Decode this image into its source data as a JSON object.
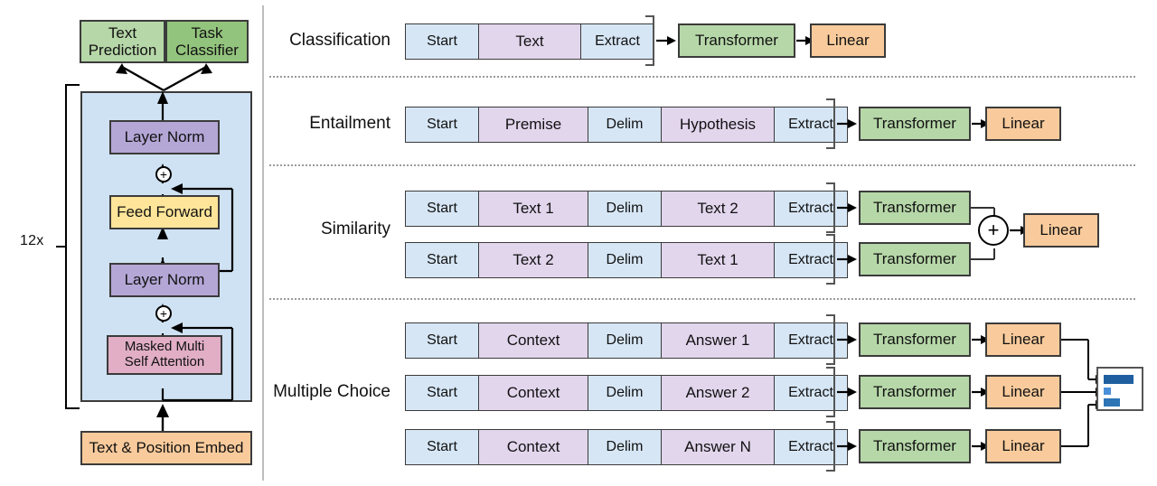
{
  "figure": {
    "left_panel": {
      "heads": [
        {
          "label": "Text\nPrediction",
          "color": "#b6d7a8"
        },
        {
          "label": "Task\nClassifier",
          "color": "#93c47d"
        }
      ],
      "repeat_label": "12x",
      "stack": [
        {
          "name": "layer-norm-top",
          "label": "Layer Norm",
          "color": "#b4a7d6"
        },
        {
          "name": "feed-forward",
          "label": "Feed Forward",
          "color": "#ffe599"
        },
        {
          "name": "layer-norm-bottom",
          "label": "Layer Norm",
          "color": "#b4a7d6"
        },
        {
          "name": "masked-attention",
          "label": "Masked Multi\nSelf Attention",
          "color": "#e1aec6"
        }
      ],
      "embedding": {
        "label": "Text & Position Embed",
        "color": "#f9cb9c"
      },
      "residual_symbol": "+"
    },
    "tasks": [
      {
        "name": "classification",
        "label": "Classification",
        "sequences": [
          {
            "tokens": [
              {
                "label": "Start",
                "kind": "blue",
                "w": 80
              },
              {
                "label": "Text",
                "kind": "purple",
                "w": 112
              },
              {
                "label": "Extract",
                "kind": "blue",
                "w": 80
              }
            ]
          }
        ],
        "stages": [
          "Transformer",
          "Linear"
        ],
        "combine": null
      },
      {
        "name": "entailment",
        "label": "Entailment",
        "sequences": [
          {
            "tokens": [
              {
                "label": "Start",
                "kind": "blue",
                "w": 80
              },
              {
                "label": "Premise",
                "kind": "purple",
                "w": 120
              },
              {
                "label": "Delim",
                "kind": "blue",
                "w": 80
              },
              {
                "label": "Hypothesis",
                "kind": "purple",
                "w": 124
              },
              {
                "label": "Extract",
                "kind": "blue",
                "w": 80
              }
            ]
          }
        ],
        "stages": [
          "Transformer",
          "Linear"
        ],
        "combine": null
      },
      {
        "name": "similarity",
        "label": "Similarity",
        "sequences": [
          {
            "tokens": [
              {
                "label": "Start",
                "kind": "blue",
                "w": 80
              },
              {
                "label": "Text 1",
                "kind": "purple",
                "w": 120
              },
              {
                "label": "Delim",
                "kind": "blue",
                "w": 80
              },
              {
                "label": "Text 2",
                "kind": "purple",
                "w": 124
              },
              {
                "label": "Extract",
                "kind": "blue",
                "w": 80
              }
            ]
          },
          {
            "tokens": [
              {
                "label": "Start",
                "kind": "blue",
                "w": 80
              },
              {
                "label": "Text 2",
                "kind": "purple",
                "w": 120
              },
              {
                "label": "Delim",
                "kind": "blue",
                "w": 80
              },
              {
                "label": "Text 1",
                "kind": "purple",
                "w": 124
              },
              {
                "label": "Extract",
                "kind": "blue",
                "w": 80
              }
            ]
          }
        ],
        "stages": [
          "Transformer",
          "Linear"
        ],
        "combine": "+"
      },
      {
        "name": "multiple-choice",
        "label": "Multiple Choice",
        "sequences": [
          {
            "tokens": [
              {
                "label": "Start",
                "kind": "blue",
                "w": 80
              },
              {
                "label": "Context",
                "kind": "purple",
                "w": 120
              },
              {
                "label": "Delim",
                "kind": "blue",
                "w": 80
              },
              {
                "label": "Answer 1",
                "kind": "purple",
                "w": 124
              },
              {
                "label": "Extract",
                "kind": "blue",
                "w": 80
              }
            ]
          },
          {
            "tokens": [
              {
                "label": "Start",
                "kind": "blue",
                "w": 80
              },
              {
                "label": "Context",
                "kind": "purple",
                "w": 120
              },
              {
                "label": "Delim",
                "kind": "blue",
                "w": 80
              },
              {
                "label": "Answer 2",
                "kind": "purple",
                "w": 124
              },
              {
                "label": "Extract",
                "kind": "blue",
                "w": 80
              }
            ]
          },
          {
            "tokens": [
              {
                "label": "Start",
                "kind": "blue",
                "w": 80
              },
              {
                "label": "Context",
                "kind": "purple",
                "w": 120
              },
              {
                "label": "Delim",
                "kind": "blue",
                "w": 80
              },
              {
                "label": "Answer N",
                "kind": "purple",
                "w": 124
              },
              {
                "label": "Extract",
                "kind": "blue",
                "w": 80
              }
            ]
          }
        ],
        "stages": [
          "Transformer",
          "Linear"
        ],
        "combine": "bar-chart"
      }
    ],
    "stage_labels": {
      "transformer": "Transformer",
      "linear": "Linear"
    },
    "output_chart": {
      "type": "bar",
      "orientation": "horizontal",
      "bars": [
        {
          "name": "answer-1-score",
          "value": 0.8,
          "color": "#1f5fa0"
        },
        {
          "name": "answer-2-score",
          "value": 0.1,
          "color": "#4a90d9"
        },
        {
          "name": "answer-n-score",
          "value": 0.36,
          "color": "#2e75b6"
        }
      ]
    },
    "colors": {
      "token_blue": "#d6e6f5",
      "token_purple": "#e2d6ed",
      "transformer_green": "#b6d7a8",
      "linear_orange": "#f9cb9c",
      "layer_norm_purple": "#b4a7d6",
      "feed_forward_yellow": "#ffe599",
      "attention_pink": "#e1aec6",
      "block_panel_blue": "#cfe2f3",
      "head_light_green": "#b6d7a8",
      "head_dark_green": "#93c47d",
      "stroke": "#3b3b3b",
      "separator": "#9a9a9a"
    }
  }
}
